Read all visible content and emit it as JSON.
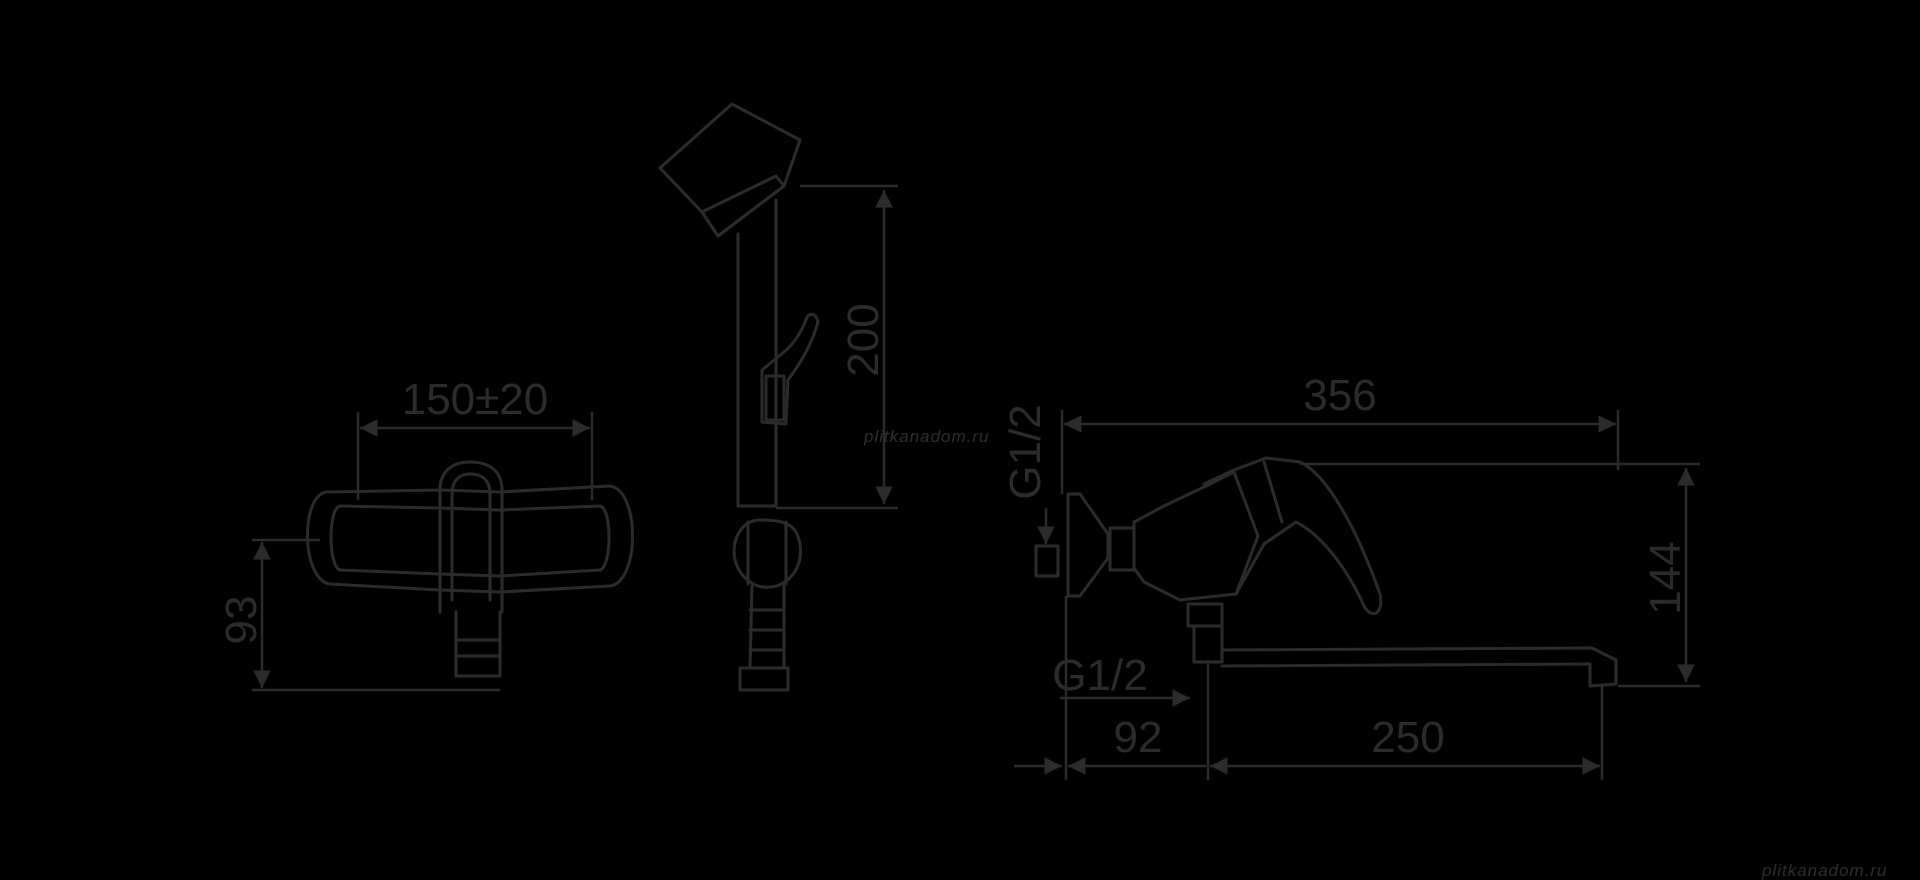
{
  "dimensions": {
    "left_width": "150±20",
    "left_height": "93",
    "shower_height": "200",
    "total_length": "356",
    "total_height": "144",
    "spout_offset": "92",
    "spout_length": "250",
    "thread_top": "G1/2",
    "thread_bottom": "G1/2"
  },
  "watermarks": {
    "center": "plitkanadom.ru",
    "bottom_right": "plitkanadom.ru"
  },
  "colors": {
    "background": "#000000",
    "line": "#2b2b2b"
  }
}
